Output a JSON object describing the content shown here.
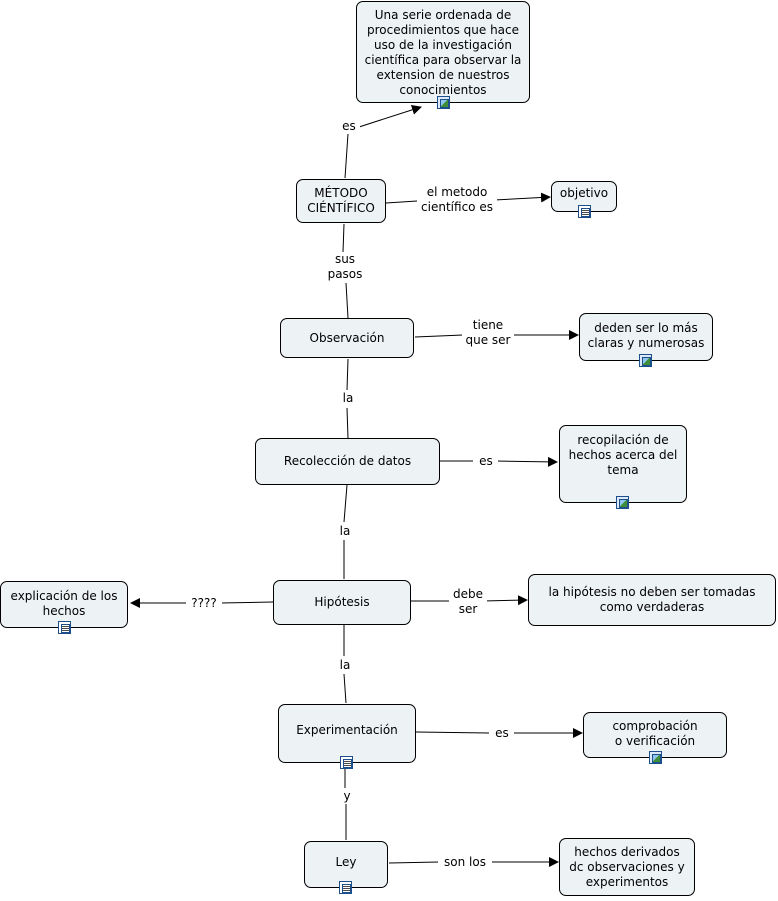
{
  "concepts": {
    "definicion": "Una serie ordenada de\nprocedimientos que hace\nuso de la investigación\ncientífica para observar la\nextension de nuestros\nconocimientos",
    "metodo": "MÉTODO\nCIÉNTÍFICO",
    "objetivo": "objetivo",
    "observacion": "Observación",
    "claras": "deden ser lo más\nclaras y numerosas",
    "recoleccion": "Recolección de datos",
    "recopilacion": "recopilación de\nhechos acerca del\ntema",
    "explicacion": "explicación de los\nhechos",
    "hipotesis": "Hipótesis",
    "no_tomadas": "la hipótesis no deben ser tomadas\ncomo verdaderas",
    "experimentacion": "Experimentación",
    "comprobacion": "comprobación\no verificación",
    "ley": "Ley",
    "hechos_derivados": "hechos derivados\ndc observaciones y\nexperimentos"
  },
  "links": {
    "es_1": "es",
    "el_metodo": "el metodo\ncientífico es",
    "sus_pasos": "sus\npasos",
    "tiene": "tiene\nque ser",
    "la_1": "la",
    "es_2": "es",
    "la_2": "la",
    "interrogantes": "????",
    "debe_ser": "debe\nser",
    "la_3": "la",
    "es_3": "es",
    "y": "y",
    "son_los": "son los"
  },
  "icons": {
    "image": "image-resource-icon",
    "document": "document-resource-icon"
  },
  "colors": {
    "node_fill": "#edf2f5",
    "node_border": "#000000",
    "line": "#000000"
  }
}
